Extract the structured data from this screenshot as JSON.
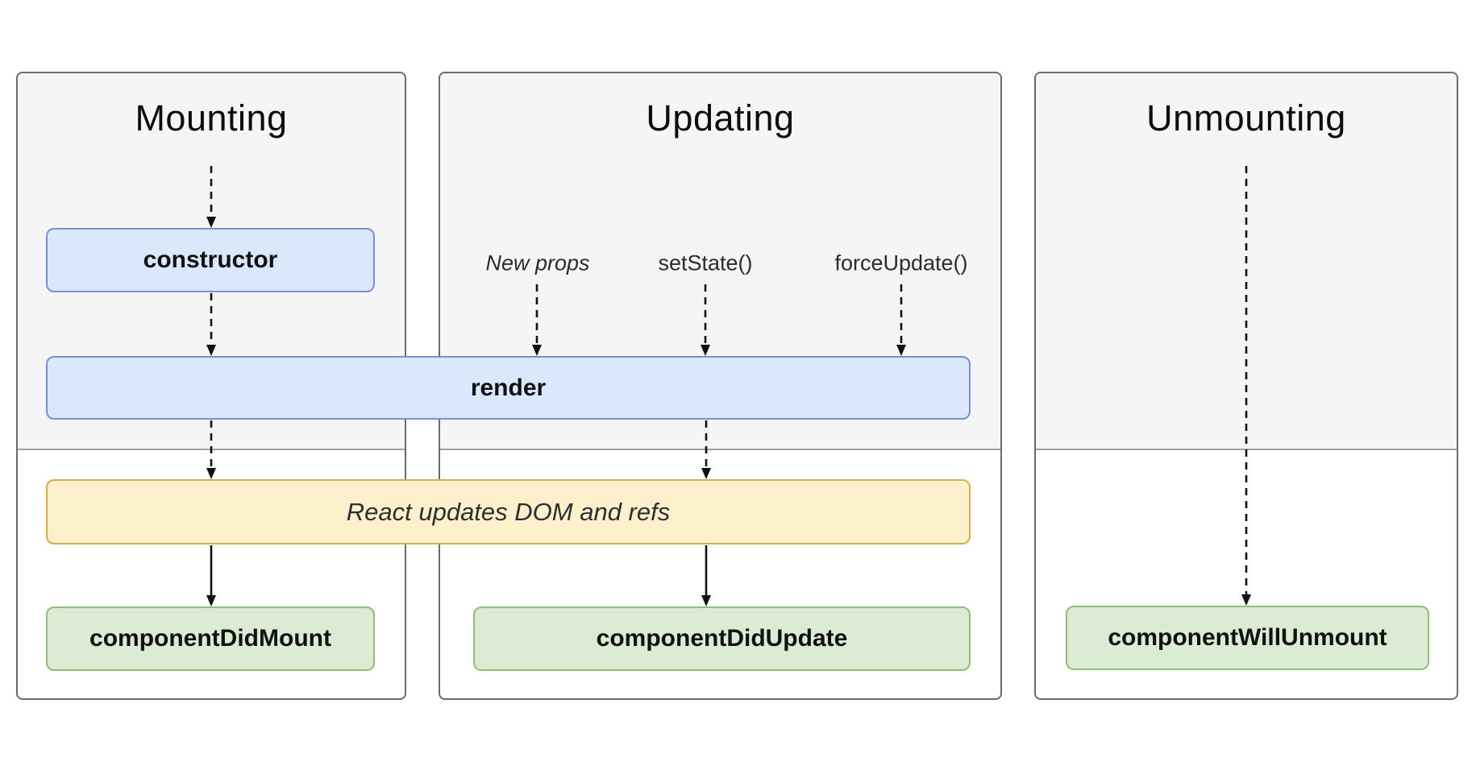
{
  "diagram": {
    "columns": [
      {
        "title": "Mounting"
      },
      {
        "title": "Updating"
      },
      {
        "title": "Unmounting"
      }
    ],
    "triggers": {
      "new_props": "New props",
      "set_state": "setState()",
      "force_update": "forceUpdate()"
    },
    "boxes": {
      "constructor": "constructor",
      "render": "render",
      "react_updates": "React updates DOM and refs",
      "component_did_mount": "componentDidMount",
      "component_did_update": "componentDidUpdate",
      "component_will_unmount": "componentWillUnmount"
    },
    "colors": {
      "lifecycle_box_fill": "#dbe8fb",
      "lifecycle_box_border": "#7591d2",
      "commit_box_fill": "#dcebd3",
      "commit_box_border": "#92bc7b",
      "side_effect_box_fill": "#fdf0cd",
      "side_effect_box_border": "#d5ad4b",
      "render_phase_background": "#f5f5f5",
      "commit_phase_background": "#ffffff",
      "panel_border": "#6b6b6b",
      "phase_divider": "#9f9f9f",
      "arrow": "#111111"
    }
  }
}
